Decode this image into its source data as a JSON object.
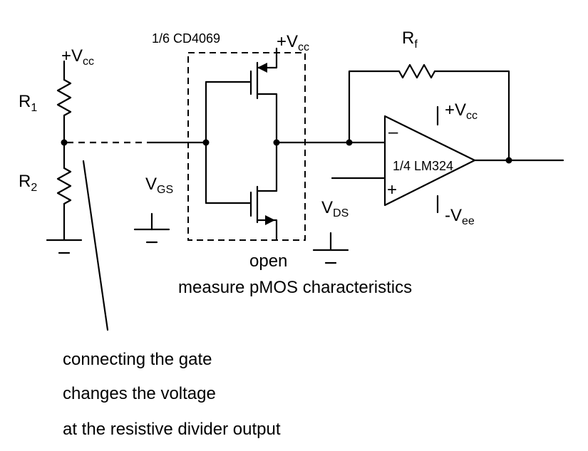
{
  "chip_label": "1/6 CD4069",
  "opamp_label": "1/4 LM324",
  "vcc_main": "V",
  "vcc_sub": "cc",
  "vee_main": "-V",
  "vee_sub": "ee",
  "plus_sign": "+",
  "r1": {
    "main": "R",
    "sub": "1"
  },
  "r2": {
    "main": "R",
    "sub": "2"
  },
  "rf": {
    "main": "R",
    "sub": "f"
  },
  "vgs": {
    "main": "V",
    "sub": "GS"
  },
  "vds": {
    "main": "V",
    "sub": "DS"
  },
  "opamp_minus": "–",
  "opamp_plus": "+",
  "open_label": "open",
  "caption": "measure pMOS characteristics",
  "note_lines": [
    "connecting the gate",
    "changes the voltage",
    "at the resistive divider output"
  ]
}
